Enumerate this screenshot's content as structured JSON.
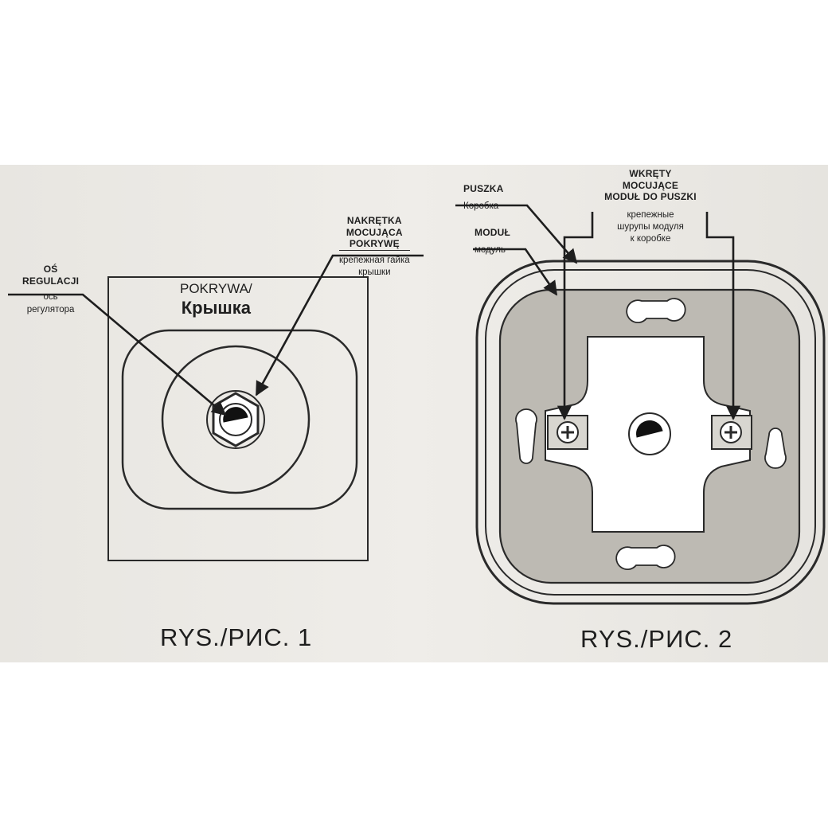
{
  "figure1": {
    "caption": "RYS./РИС.  1",
    "cover_pl": "POKRYWA/",
    "cover_ru": "Крышка",
    "axis_pl": [
      "OŚ",
      "REGULACJI"
    ],
    "axis_ru": [
      "ось",
      "регулятора"
    ],
    "nut_pl": [
      "NAKRĘTKA",
      "MOCUJĄCA",
      "POKRYWĘ"
    ],
    "nut_ru": [
      "крепежная гайка",
      "крышки"
    ]
  },
  "figure2": {
    "caption": "RYS./РИС.  2",
    "box_pl": "PUSZKA",
    "box_ru": "Коробка",
    "module_pl": "MODUŁ",
    "module_ru": "модуль",
    "screws_pl": [
      "WKRĘTY",
      "MOCUJĄCE",
      "MODUŁ DO PUSZKI"
    ],
    "screws_ru": [
      "крепежные",
      "шурупы модуля",
      "к коробке"
    ]
  },
  "colors": {
    "ink": "#1e1e1e",
    "paper": "#ebe9e4",
    "module_fill": "#bdbab3"
  }
}
